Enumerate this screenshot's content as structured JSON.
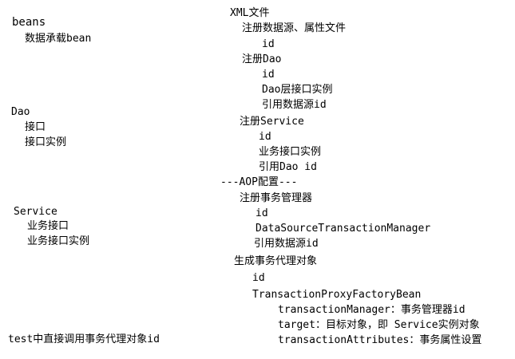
{
  "left": {
    "beans": {
      "title": "beans",
      "items": [
        "数据承载bean"
      ]
    },
    "dao": {
      "title": "Dao",
      "items": [
        "接口",
        "接口实例"
      ]
    },
    "service": {
      "title": "Service",
      "items": [
        "业务接口",
        "业务接口实例"
      ]
    },
    "test": "test中直接调用事务代理对象id"
  },
  "right": {
    "xml_title": "XML文件",
    "datasource": {
      "label": "注册数据源、属性文件",
      "items": [
        "id"
      ]
    },
    "dao": {
      "label": "注册Dao",
      "items": [
        "id",
        "Dao层接口实例",
        "引用数据源id"
      ]
    },
    "service": {
      "label": "注册Service",
      "items": [
        "id",
        "业务接口实例",
        "引用Dao id"
      ]
    },
    "aop": "---AOP配置---",
    "txmanager": {
      "label": "注册事务管理器",
      "items": [
        "id",
        "DataSourceTransactionManager",
        "引用数据源id"
      ]
    },
    "proxy": {
      "label": "生成事务代理对象",
      "items": [
        "id",
        "TransactionProxyFactoryBean"
      ],
      "props": [
        "transactionManager：事务管理器id",
        "target：目标对象，即 Service实例对象",
        "transactionAttributes：事务属性设置"
      ]
    }
  }
}
